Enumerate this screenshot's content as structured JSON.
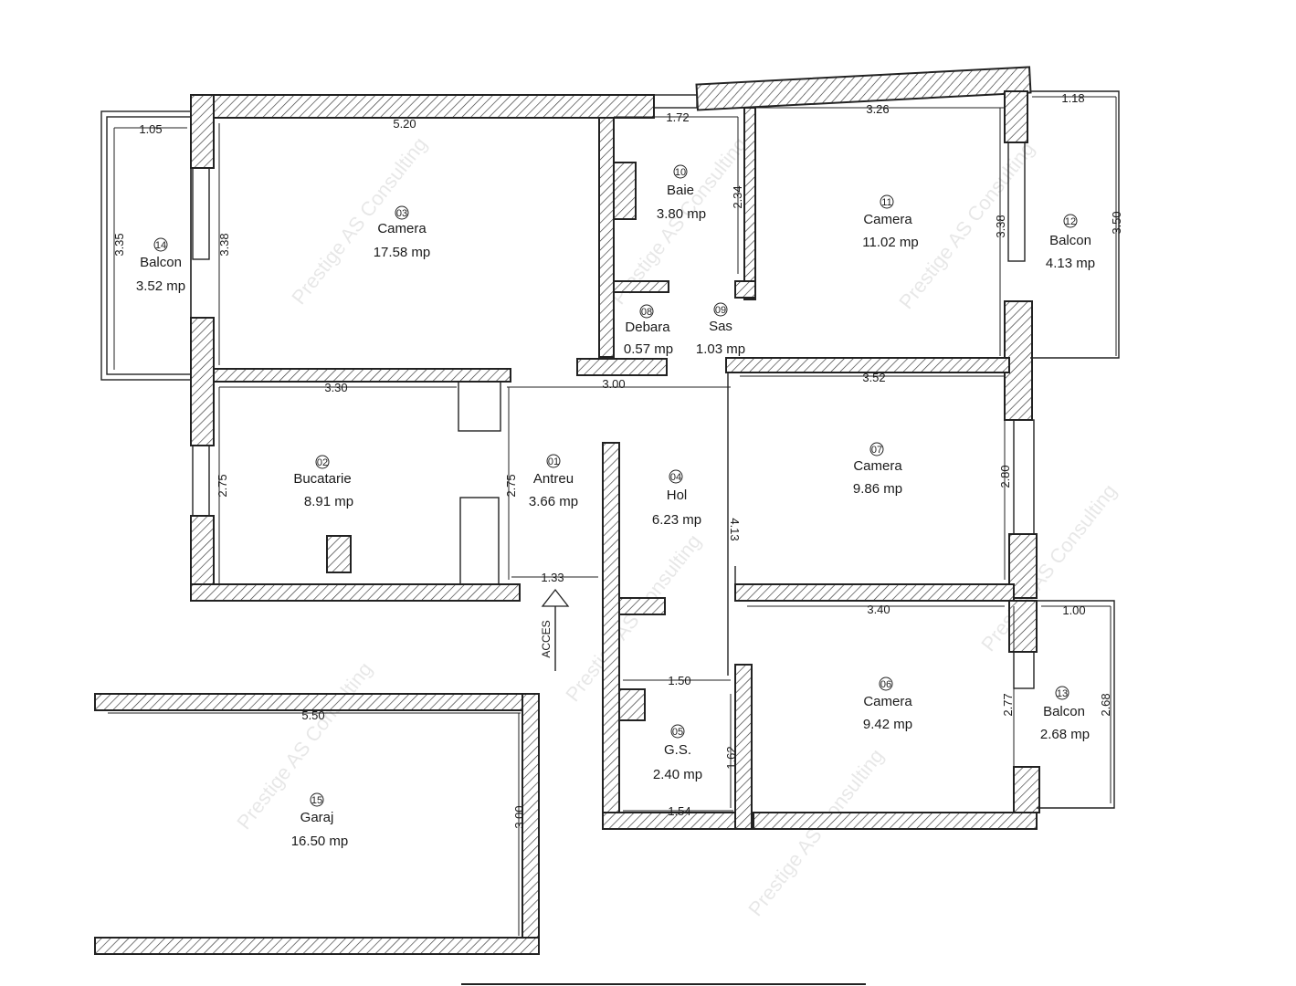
{
  "watermark": "Prestige AS Consulting",
  "access_label": "ACCES",
  "rooms": [
    {
      "num": "01",
      "name": "Antreu",
      "area": "3.66 mp"
    },
    {
      "num": "02",
      "name": "Bucatarie",
      "area": "8.91 mp"
    },
    {
      "num": "03",
      "name": "Camera",
      "area": "17.58 mp"
    },
    {
      "num": "04",
      "name": "Hol",
      "area": "6.23 mp"
    },
    {
      "num": "05",
      "name": "G.S.",
      "area": "2.40 mp"
    },
    {
      "num": "06",
      "name": "Camera",
      "area": "9.42 mp"
    },
    {
      "num": "07",
      "name": "Camera",
      "area": "9.86 mp"
    },
    {
      "num": "08",
      "name": "Debara",
      "area": "0.57 mp"
    },
    {
      "num": "09",
      "name": "Sas",
      "area": "1.03 mp"
    },
    {
      "num": "10",
      "name": "Baie",
      "area": "3.80 mp"
    },
    {
      "num": "11",
      "name": "Camera",
      "area": "11.02 mp"
    },
    {
      "num": "12",
      "name": "Balcon",
      "area": "4.13 mp"
    },
    {
      "num": "13",
      "name": "Balcon",
      "area": "2.68 mp"
    },
    {
      "num": "14",
      "name": "Balcon",
      "area": "3.52 mp"
    },
    {
      "num": "15",
      "name": "Garaj",
      "area": "16.50 mp"
    }
  ],
  "dimensions": {
    "room03_width": "5.20",
    "room03_height": "3.38",
    "balcony14_width": "1.05",
    "balcony14_height": "3.35",
    "room10_width": "1.72",
    "room10_height": "2.34",
    "room11_width": "3.26",
    "room11_height": "3.38",
    "balcony12_width": "1.18",
    "balcony12_height": "3.50",
    "kitchen_width": "3.30",
    "kitchen_height": "2.75",
    "hall_width": "3.00",
    "antreu_height": "2.75",
    "room07_width": "3.52",
    "room07_height": "2.80",
    "hol_height": "4.13",
    "entry_width": "1.33",
    "room06_width": "3.40",
    "room06_height": "2.77",
    "balcony13_width": "1.00",
    "balcony13_height": "2.68",
    "gs_top_width": "1.50",
    "gs_bottom_width": "1.54",
    "gs_height": "1.62",
    "garage_width": "5.50",
    "garage_height": "3.00"
  }
}
